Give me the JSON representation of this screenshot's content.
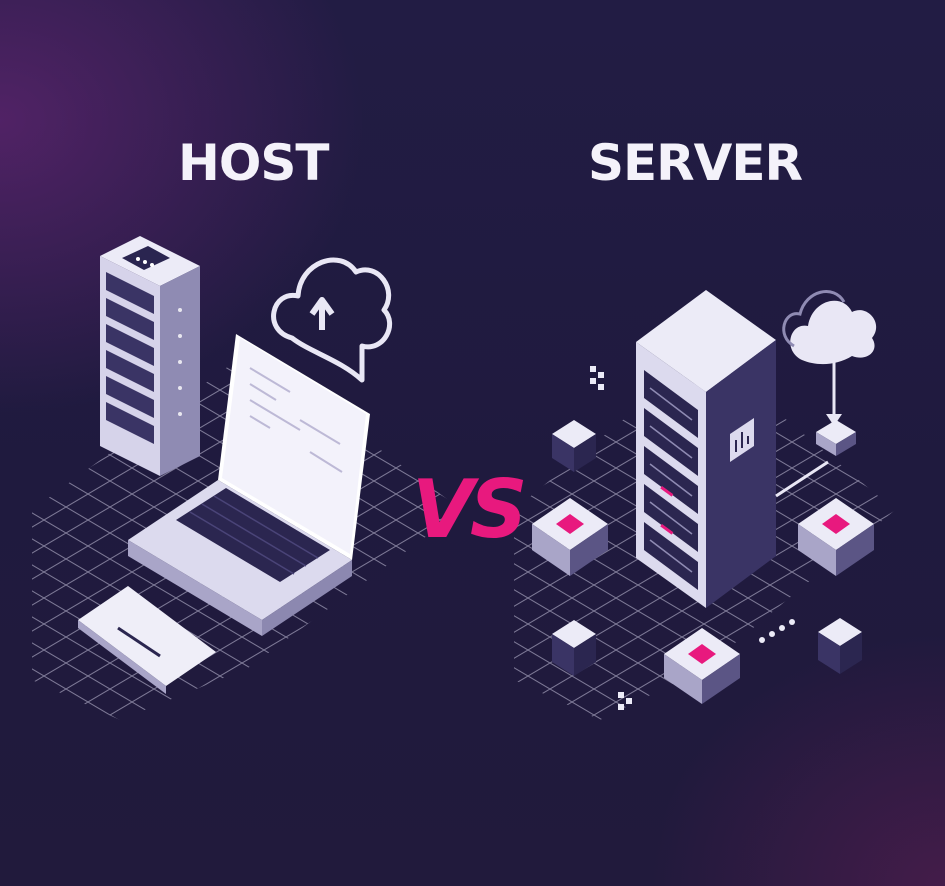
{
  "left_panel": {
    "title": "HOST"
  },
  "right_panel": {
    "title": "SERVER"
  },
  "divider": {
    "label": "VS"
  },
  "icons": [
    "server-rack-icon",
    "laptop-icon",
    "cloud-upload-icon",
    "tablet-icon",
    "server-tower-icon",
    "cloud-icon",
    "network-node-icon"
  ],
  "colors": {
    "background": "#1f1a3d",
    "accent": "#e8197e",
    "device": "#d9d6ec",
    "grid": "#c9c6de"
  }
}
